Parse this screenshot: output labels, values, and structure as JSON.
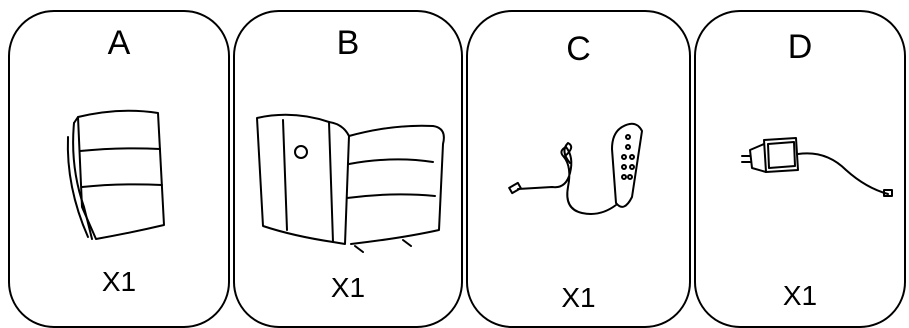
{
  "parts": [
    {
      "letter": "A",
      "quantity": "X1",
      "icon": "backrest-cushion-icon"
    },
    {
      "letter": "B",
      "quantity": "X1",
      "icon": "recliner-chair-icon"
    },
    {
      "letter": "C",
      "quantity": "X1",
      "icon": "hand-remote-control-icon"
    },
    {
      "letter": "D",
      "quantity": "X1",
      "icon": "power-adapter-icon"
    }
  ]
}
